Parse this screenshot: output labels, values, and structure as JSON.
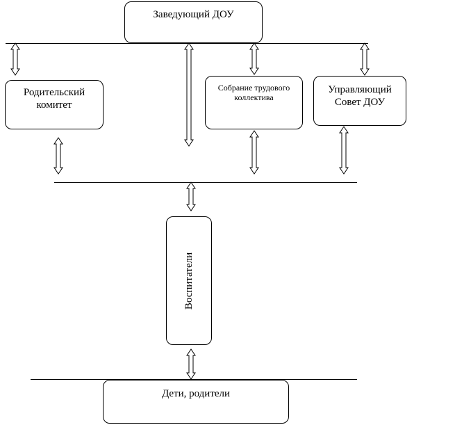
{
  "diagram": {
    "nodes": {
      "head": "Заведующий ДОУ",
      "parents_committee": "Родительский комитет",
      "staff_meeting": "Собрание трудового коллектива",
      "managing_council": "Управляющий Совет ДОУ",
      "teachers": "Воспитатели",
      "children_parents": "Дети, родители"
    },
    "arrow_style": "hollow double-headed",
    "line_color": "#000000"
  }
}
